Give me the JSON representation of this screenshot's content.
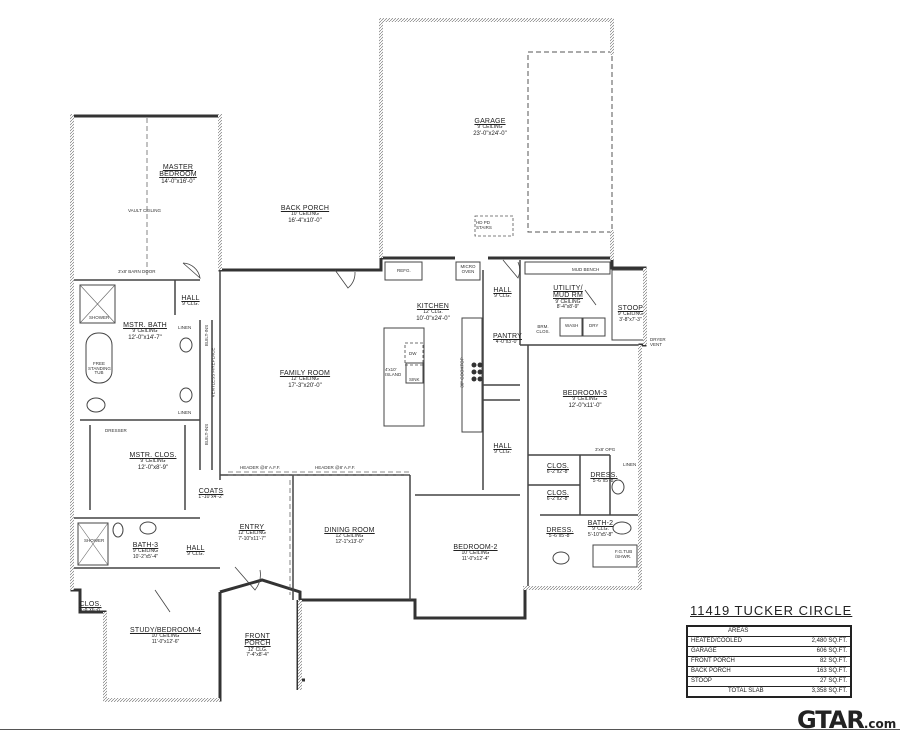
{
  "title": "11419 TUCKER CIRCLE",
  "rooms": {
    "garage": {
      "name": "GARAGE",
      "ceiling": "9' CEILING",
      "dims": "23'-0\"x24'-0\""
    },
    "garage_stairs": "HD PD STAIRS",
    "master_bedroom": {
      "name": "MASTER BEDROOM",
      "ceiling": "VAULT CEILING",
      "dims": "14'-0\"x16'-0\""
    },
    "barn_door": "3'x8' BARN DOOR",
    "back_porch": {
      "name": "BACK PORCH",
      "ceiling": "10' CEILING",
      "dims": "16'-4\"x10'-0\""
    },
    "hall_1": {
      "name": "HALL",
      "ceiling": "9' CLG."
    },
    "mstr_bath": {
      "name": "MSTR. BATH",
      "ceiling": "9' CEILING",
      "dims": "12'-0\"x14'-7\""
    },
    "shower": "SHOWER",
    "tub": "FREE STANDING TUB",
    "linen": "LINEN",
    "built_ins": "BUILT-INS",
    "fireplace": "VENTLESS FIREPLACE",
    "dresser": "DRESSER",
    "family_room": {
      "name": "FAMILY ROOM",
      "ceiling": "12' CEILING",
      "dims": "17'-3\"x20'-0\""
    },
    "kitchen": {
      "name": "KITCHEN",
      "ceiling": "12' CLG.",
      "dims": "10'-0\"x24'-0\""
    },
    "refg": "REFG.",
    "micro_oven": "MICRO OVEN",
    "island": "4'x10' ISLAND",
    "dw": "DW",
    "sink": "SINK",
    "cooktop": "30\" COOKTOP",
    "hall_2": {
      "name": "HALL",
      "ceiling": "9' CLG."
    },
    "pantry": {
      "name": "PANTRY",
      "dims": "4'-0\"x3'-0\""
    },
    "utility": {
      "name": "UTILITY/ MUD RM",
      "ceiling": "9' CEILING",
      "dims": "8'-4\"x8'-9\""
    },
    "mud_bench": "MUD BENCH",
    "brm_clos": "BRM. CLOS.",
    "wash": "WASH",
    "dry": "DRY",
    "stoop": {
      "name": "STOOP",
      "ceiling": "9' CEILING",
      "dims": "3'-8\"x7'-3\""
    },
    "dryer_vent": "DRYER VENT",
    "bedroom_3": {
      "name": "BEDROOM-3",
      "ceiling": "9' CEILING",
      "dims": "12'-0\"x11'-0\""
    },
    "opg": "3'x8' OPG",
    "hall_3": {
      "name": "HALL",
      "ceiling": "9' CLG."
    },
    "clos_a": {
      "name": "CLOS.",
      "dims": "6'-2\"x2'-8\""
    },
    "clos_b": {
      "name": "CLOS.",
      "dims": "6'-2\"x2'-8\""
    },
    "dress_a": {
      "name": "DRESS.",
      "dims": "5'-6\"x5'-8\""
    },
    "dress_b": {
      "name": "DRESS.",
      "dims": "5'-6\"x5'-8\""
    },
    "bath_2": {
      "name": "BATH-2",
      "ceiling": "9' CLG.",
      "dims": "5'-10\"x5'-8\""
    },
    "tub_shwr": "F.G.TUB /SHWR.",
    "mstr_clos": {
      "name": "MSTR. CLOS.",
      "ceiling": "9' CEILING",
      "dims": "12'-0\"x8'-9\""
    },
    "coats": {
      "name": "COATS",
      "dims": "1'-10\"x4'-2\""
    },
    "header": "HEADER @8' A.F.F.",
    "entry": {
      "name": "ENTRY",
      "ceiling": "12' CEILING",
      "dims": "7'-10\"x11'-7\""
    },
    "dining_room": {
      "name": "DINING ROOM",
      "ceiling": "12' CEILING",
      "dims": "12'-1\"x13'-0\""
    },
    "bedroom_2": {
      "name": "BEDROOM-2",
      "ceiling": "10' CEILING",
      "dims": "11'-0\"x12'-4\""
    },
    "bath_3": {
      "name": "BATH-3",
      "ceiling": "9' CEILING",
      "dims": "10'-2\"x5'-4\""
    },
    "hall_4": {
      "name": "HALL",
      "ceiling": "9' CLG."
    },
    "clos_c": {
      "name": "CLOS.",
      "dims": "3'-8\"x6'-8\""
    },
    "study": {
      "name": "STUDY/BEDROOM-4",
      "ceiling": "10' CEILING",
      "dims": "11'-0\"x12'-6\""
    },
    "front_porch": {
      "name": "FRONT PORCH",
      "ceiling": "12' CLG.",
      "dims": "7'-4\"x8'-4\""
    }
  },
  "areas": {
    "header": "AREAS",
    "rows": [
      {
        "label": "HEATED/COOLED",
        "value": "2,480",
        "unit": "SQ.FT."
      },
      {
        "label": "GARAGE",
        "value": "606",
        "unit": "SQ.FT."
      },
      {
        "label": "FRONT PORCH",
        "value": "82",
        "unit": "SQ.FT."
      },
      {
        "label": "BACK PORCH",
        "value": "163",
        "unit": "SQ.FT."
      },
      {
        "label": "STOOP",
        "value": "27",
        "unit": "SQ.FT."
      }
    ],
    "total": {
      "label": "TOTAL SLAB",
      "value": "3,358",
      "unit": "SQ.FT."
    }
  },
  "logo": {
    "main": "GTAR",
    "suffix": ".com"
  }
}
